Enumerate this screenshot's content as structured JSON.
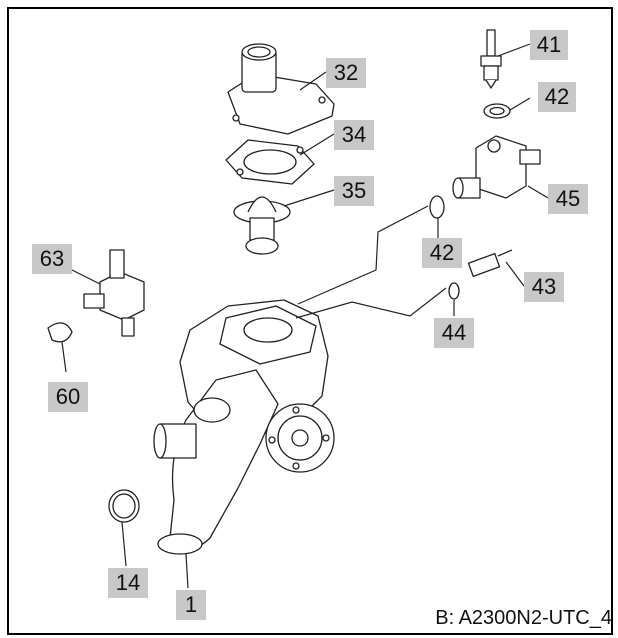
{
  "diagram": {
    "reference": "B: A2300N2-UTC_4",
    "callouts": {
      "c41": "41",
      "c42a": "42",
      "c32": "32",
      "c34": "34",
      "c35": "35",
      "c45": "45",
      "c42b": "42",
      "c43": "43",
      "c63": "63",
      "c44": "44",
      "c60": "60",
      "c14": "14",
      "c1": "1"
    }
  }
}
